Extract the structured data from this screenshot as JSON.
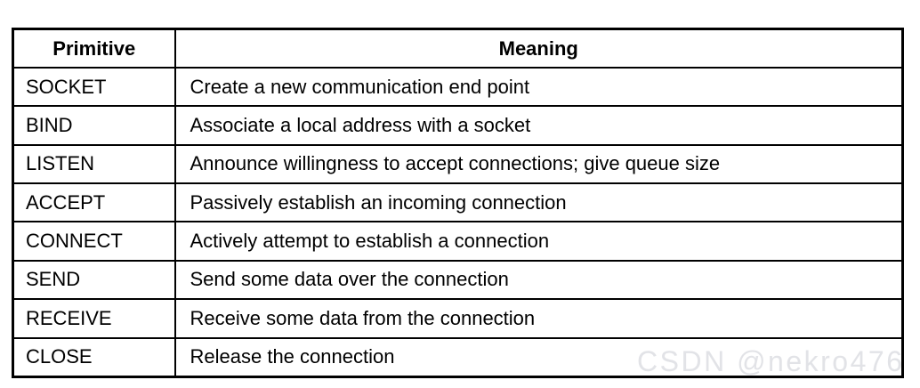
{
  "table": {
    "headers": {
      "primitive": "Primitive",
      "meaning": "Meaning"
    },
    "rows": [
      {
        "primitive": "SOCKET",
        "meaning": "Create a new communication end point"
      },
      {
        "primitive": "BIND",
        "meaning": "Associate a local address with a socket"
      },
      {
        "primitive": "LISTEN",
        "meaning": "Announce willingness to accept connections; give queue size"
      },
      {
        "primitive": "ACCEPT",
        "meaning": "Passively establish an incoming connection"
      },
      {
        "primitive": "CONNECT",
        "meaning": "Actively attempt to establish a connection"
      },
      {
        "primitive": "SEND",
        "meaning": "Send some data over the connection"
      },
      {
        "primitive": "RECEIVE",
        "meaning": "Receive some data from the connection"
      },
      {
        "primitive": "CLOSE",
        "meaning": "Release the connection"
      }
    ]
  },
  "watermark": {
    "text": "CSDN @nekro476",
    "color": "#e2e3e7"
  },
  "colors": {
    "background": "#ffffff",
    "border": "#000000",
    "text": "#000000"
  }
}
